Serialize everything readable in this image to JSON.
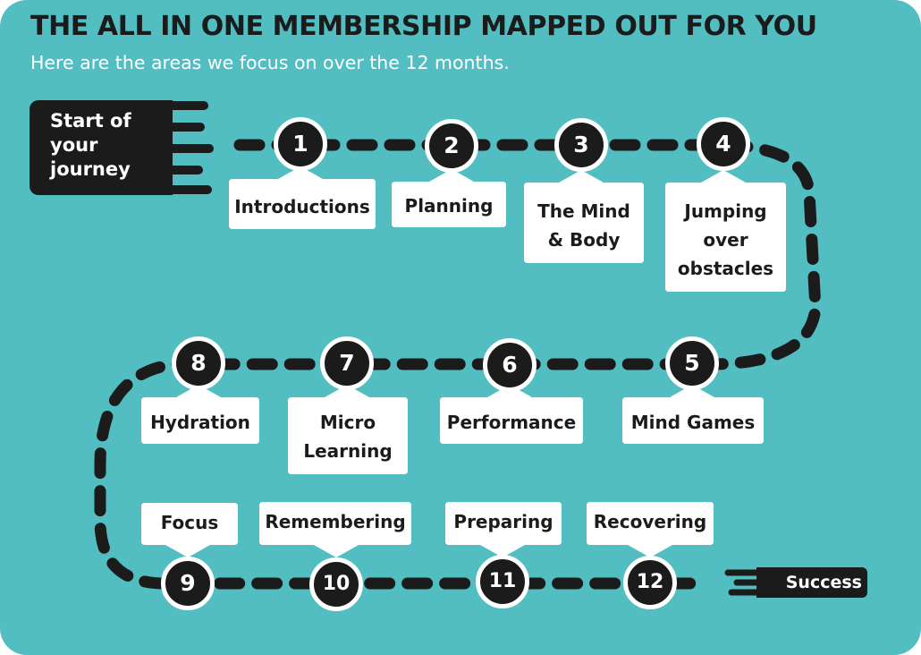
{
  "header": {
    "title": "THE ALL IN ONE MEMBERSHIP MAPPED OUT FOR YOU",
    "subtitle": "Here are the areas we focus on over the 12 months."
  },
  "start": {
    "label": "Start of your journey"
  },
  "end": {
    "label": "Success"
  },
  "colors": {
    "background": "#52bec2",
    "ink": "#1b1b1b",
    "card": "#ffffff"
  },
  "steps": [
    {
      "number": "1",
      "label": "Introductions"
    },
    {
      "number": "2",
      "label": "Planning"
    },
    {
      "number": "3",
      "label": "The Mind & Body"
    },
    {
      "number": "4",
      "label": "Jumping over obstacles"
    },
    {
      "number": "5",
      "label": "Mind Games"
    },
    {
      "number": "6",
      "label": "Performance"
    },
    {
      "number": "7",
      "label": "Micro Learning"
    },
    {
      "number": "8",
      "label": "Hydration"
    },
    {
      "number": "9",
      "label": "Focus"
    },
    {
      "number": "10",
      "label": "Remembering"
    },
    {
      "number": "11",
      "label": "Preparing"
    },
    {
      "number": "12",
      "label": "Recovering"
    }
  ]
}
